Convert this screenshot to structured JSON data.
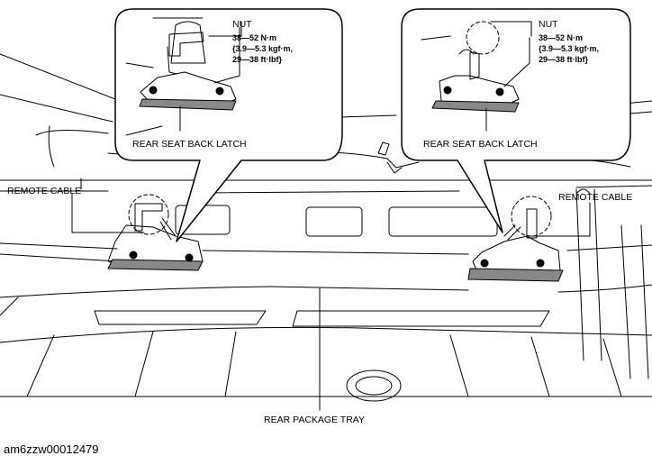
{
  "callout_left": {
    "nut_label": "NUT",
    "torque_lines": [
      "38—52 N·m",
      "{3.9—5.3 kgf·m,",
      "29—38 ft·lbf}"
    ],
    "latch_label": "REAR SEAT BACK LATCH"
  },
  "callout_right": {
    "nut_label": "NUT",
    "torque_lines": [
      "38—52 N·m",
      "{3.9—5.3 kgf·m,",
      "29—38 ft·lbf}"
    ],
    "latch_label": "REAR SEAT BACK LATCH"
  },
  "remote_cable_left": "REMOTE CABLE",
  "remote_cable_right": "REMOTE CABLE",
  "rear_package_tray": "REAR PACKAGE TRAY",
  "image_code": "am6zzw00012479"
}
